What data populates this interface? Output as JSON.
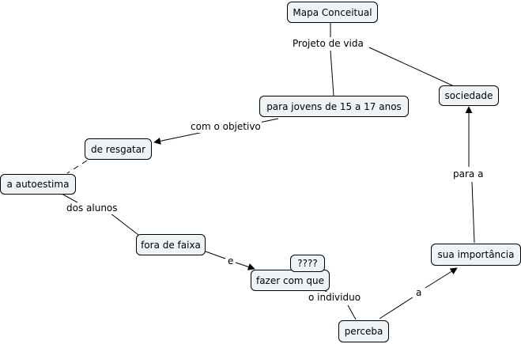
{
  "diagram": {
    "nodes": [
      {
        "id": "mapa",
        "text": "Mapa Conceitual"
      },
      {
        "id": "jovens",
        "text": "para jovens de 15 a 17 anos"
      },
      {
        "id": "sociedade",
        "text": "sociedade"
      },
      {
        "id": "resgatar",
        "text": "de resgatar"
      },
      {
        "id": "autoestima",
        "text": "a autoestima"
      },
      {
        "id": "fora",
        "text": "fora de faixa"
      },
      {
        "id": "interrogacao",
        "text": "????"
      },
      {
        "id": "fazer",
        "text": "fazer com que"
      },
      {
        "id": "importancia",
        "text": "sua importância"
      },
      {
        "id": "perceba",
        "text": "perceba"
      }
    ],
    "linking_phrases": [
      {
        "id": "projeto",
        "text": "Projeto de vida"
      },
      {
        "id": "objetivo",
        "text": "com o objetivo"
      },
      {
        "id": "alunos",
        "text": "dos alunos"
      },
      {
        "id": "e",
        "text": "e"
      },
      {
        "id": "individuo",
        "text": "o individuo"
      },
      {
        "id": "a",
        "text": "a"
      },
      {
        "id": "paraa",
        "text": "para a"
      }
    ],
    "colors": {
      "node_fill": "#eef3f8",
      "node_border": "#000000",
      "line": "#000000",
      "background": "#ffffff"
    }
  }
}
